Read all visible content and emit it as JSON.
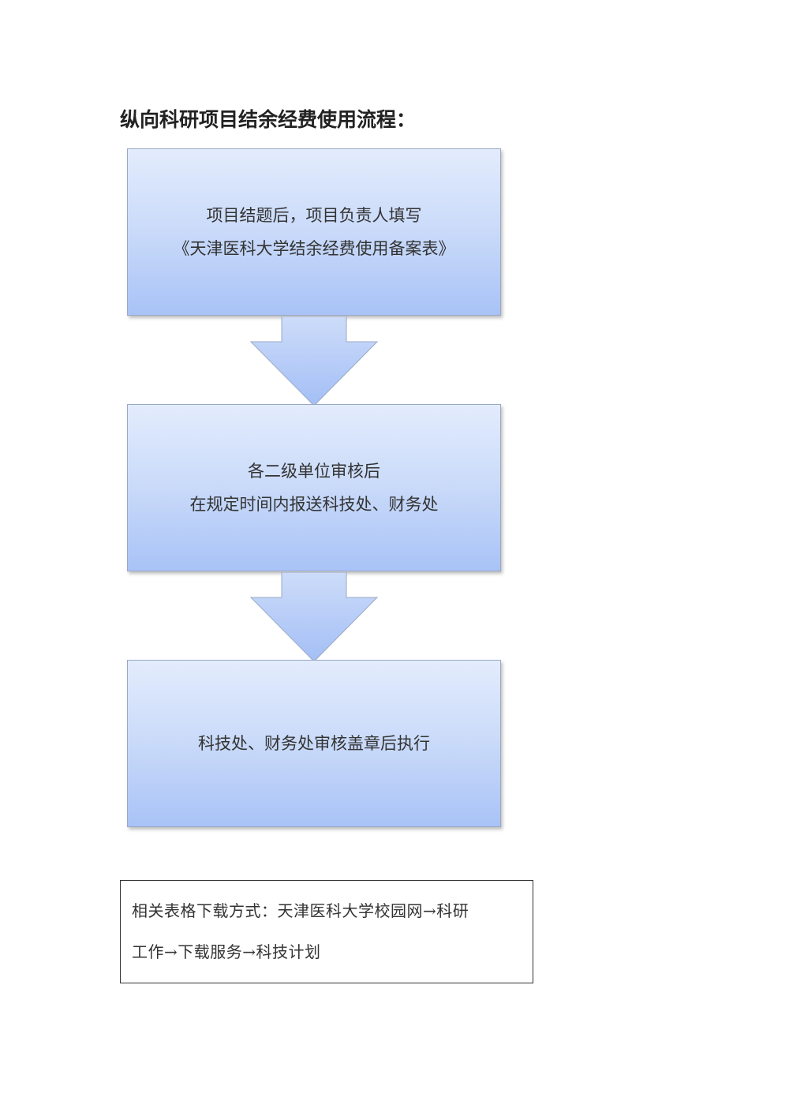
{
  "title": "纵向科研项目结余经费使用流程：",
  "steps": [
    {
      "lines": [
        "项目结题后，项目负责人填写",
        "《天津医科大学结余经费使用备案表》"
      ]
    },
    {
      "lines": [
        "各二级单位审核后",
        "在规定时间内报送科技处、财务处"
      ]
    },
    {
      "lines": [
        "科技处、财务处审核盖章后执行"
      ]
    }
  ],
  "note": {
    "lines": [
      "相关表格下载方式：天津医科大学校园网→科研",
      "工作→下载服务→科技计划"
    ]
  },
  "colors": {
    "box_top": "#e3ecfd",
    "box_bottom": "#a9c3f7",
    "arrow_top": "#cddcf9",
    "arrow_bottom": "#a3bff6"
  }
}
